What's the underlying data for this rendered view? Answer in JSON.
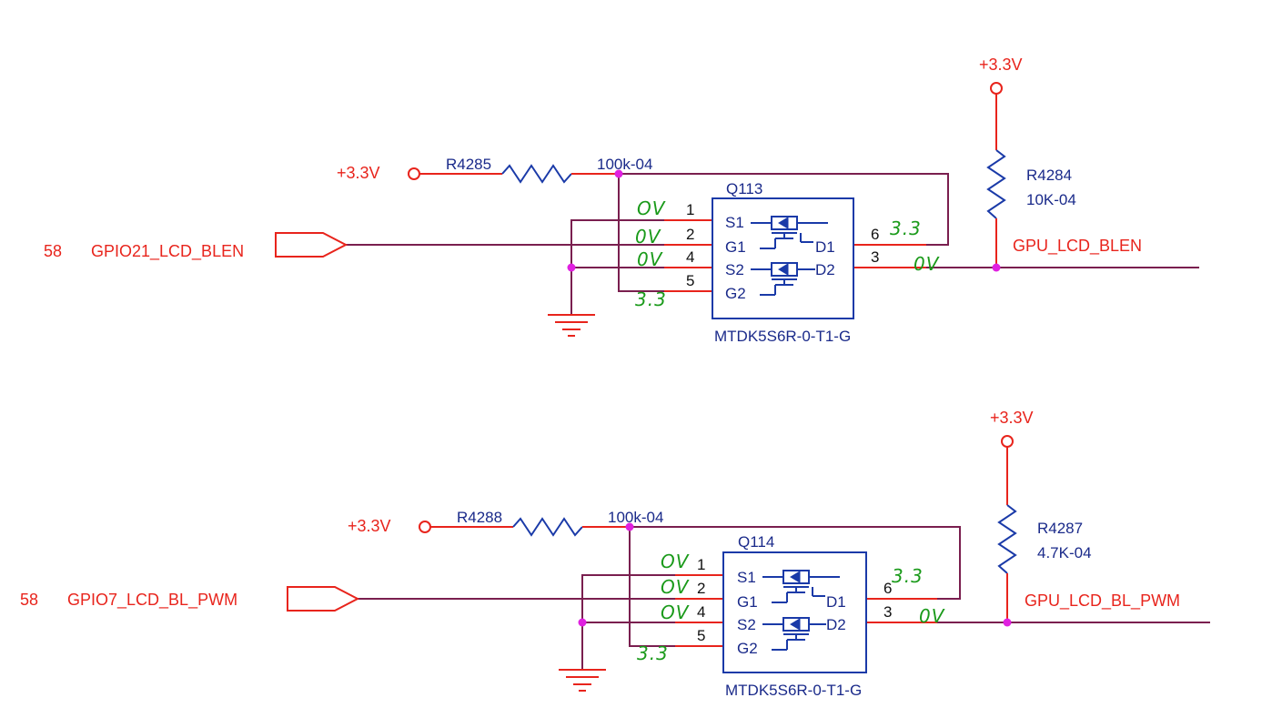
{
  "circuits": [
    {
      "supply_top": "+3.3V",
      "supply_left": "+3.3V",
      "resistor_pullup": {
        "ref": "R4285",
        "value": "100k-04"
      },
      "resistor_right": {
        "ref": "R4284",
        "value": "10K-04"
      },
      "ic": {
        "ref": "Q113",
        "part": "MTDK5S6R-0-T1-G"
      },
      "pins_left": [
        "1",
        "2",
        "4",
        "5"
      ],
      "pins_left_names": [
        "S1",
        "G1",
        "S2",
        "G2"
      ],
      "pins_right": [
        "6",
        "3"
      ],
      "pins_right_names": [
        "D1",
        "D2"
      ],
      "input_page": "58",
      "input_net": "GPIO21_LCD_BLEN",
      "output_net": "GPU_LCD_BLEN",
      "handwritten": {
        "pin1": "OV",
        "pin2": "0V",
        "pin4": "0V",
        "pin5": "3.3",
        "pin6": "3.3",
        "pin3": "0V"
      }
    },
    {
      "supply_top": "+3.3V",
      "supply_left": "+3.3V",
      "resistor_pullup": {
        "ref": "R4288",
        "value": "100k-04"
      },
      "resistor_right": {
        "ref": "R4287",
        "value": "4.7K-04"
      },
      "ic": {
        "ref": "Q114",
        "part": "MTDK5S6R-0-T1-G"
      },
      "pins_left": [
        "1",
        "2",
        "4",
        "5"
      ],
      "pins_left_names": [
        "S1",
        "G1",
        "S2",
        "G2"
      ],
      "pins_right": [
        "6",
        "3"
      ],
      "pins_right_names": [
        "D1",
        "D2"
      ],
      "input_page": "58",
      "input_net": "GPIO7_LCD_BL_PWM",
      "output_net": "GPU_LCD_BL_PWM",
      "handwritten": {
        "pin1": "OV",
        "pin2": "OV",
        "pin4": "OV",
        "pin5": "3.3",
        "pin6": "3.3",
        "pin3": "0V"
      }
    }
  ]
}
